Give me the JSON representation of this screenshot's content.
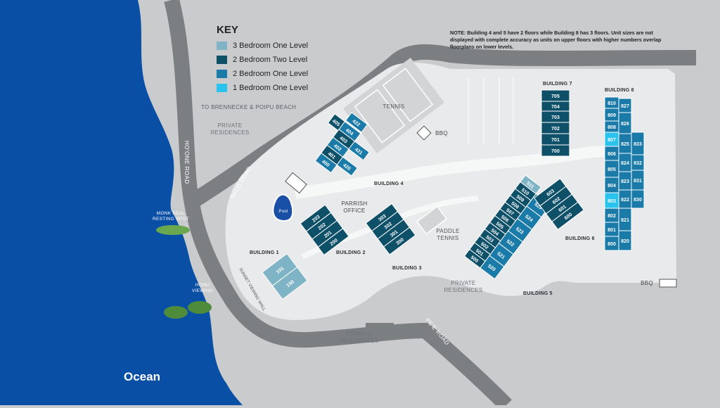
{
  "key": {
    "title": "KEY",
    "items": [
      {
        "label": "3 Bedroom One Level",
        "color": "#7fb4c6"
      },
      {
        "label": "2 Bedroom Two Level",
        "color": "#0f5069"
      },
      {
        "label": "2 Bedroom One Level",
        "color": "#1a7aa8"
      },
      {
        "label": "1 Bedroom One Level",
        "color": "#29c3ee"
      }
    ]
  },
  "note": "NOTE: Building 4 and 5 have 2 floors while Building 8 has 3 floors. Unit sizes are not displayed with complete accuracy as units on upper floors with higher numbers overlap floorplans on lower levels.",
  "roads": {
    "hoone": "HO'ONE ROAD",
    "nalo": "NALO ROAD",
    "pee": "PE'E ROAD",
    "sunset": "SUNSET VIEWING WALL",
    "to_beach": "TO BRENNECKE & POIPU BEACH"
  },
  "areas": {
    "private_1": "PRIVATE RESIDENCES",
    "private_2": "PRIVATE RESIDENCES",
    "private_3": "PRIVATE RESIDENCES",
    "tennis": "TENNIS",
    "paddle": "PADDLE TENNIS",
    "pool": "Pool",
    "office": "PARRISH OFFICE",
    "bbq_1": "BBQ",
    "bbq_2": "BBQ",
    "monk_seal": "MONK SEAL RESTING SPOT",
    "honu": "HONU VIEWING",
    "ocean": "Ocean"
  },
  "buildings": {
    "b1": {
      "name": "BUILDING 1",
      "units": [
        "101",
        "100"
      ]
    },
    "b2": {
      "name": "BUILDING 2",
      "units": [
        "203",
        "202",
        "201",
        "200"
      ]
    },
    "b3": {
      "name": "BUILDING 3",
      "units": [
        "303",
        "302",
        "301",
        "300"
      ]
    },
    "b4": {
      "name": "BUILDING 4",
      "units": [
        "422",
        "405",
        "404",
        "403",
        "402",
        "401",
        "400",
        "421",
        "420"
      ]
    },
    "b5": {
      "name": "BUILDING 5",
      "units": [
        "511",
        "510",
        "509",
        "508",
        "507",
        "506",
        "505",
        "504",
        "503",
        "502",
        "501",
        "500",
        "525",
        "524",
        "523",
        "522",
        "521",
        "520"
      ]
    },
    "b6": {
      "name": "BUILDING 6",
      "units": [
        "603",
        "602",
        "601",
        "600"
      ]
    },
    "b7": {
      "name": "BUILDING 7",
      "units": [
        "705",
        "704",
        "703",
        "702",
        "701",
        "700"
      ]
    },
    "b8": {
      "name": "BUILDING 8",
      "units": [
        "810",
        "809",
        "808",
        "807",
        "806",
        "805",
        "804",
        "803",
        "802",
        "801",
        "800",
        "827",
        "826",
        "825",
        "824",
        "823",
        "822",
        "821",
        "820",
        "833",
        "832",
        "831",
        "830"
      ]
    }
  }
}
